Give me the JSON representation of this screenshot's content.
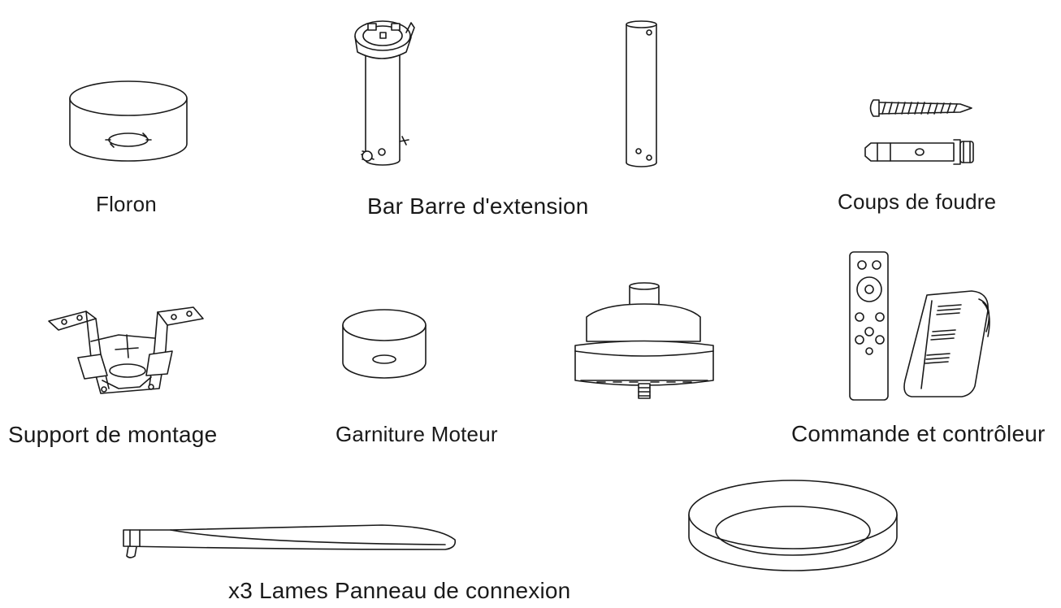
{
  "labels": {
    "floron": "Floron",
    "extension": "Bar Barre d'extension",
    "screws": "Coups de foudre",
    "bracket": "Support de montage",
    "trim_motor": "Garniture Moteur",
    "remote": "Commande et contrôleur",
    "blades_panel": "x3 Lames Panneau de connexion"
  }
}
